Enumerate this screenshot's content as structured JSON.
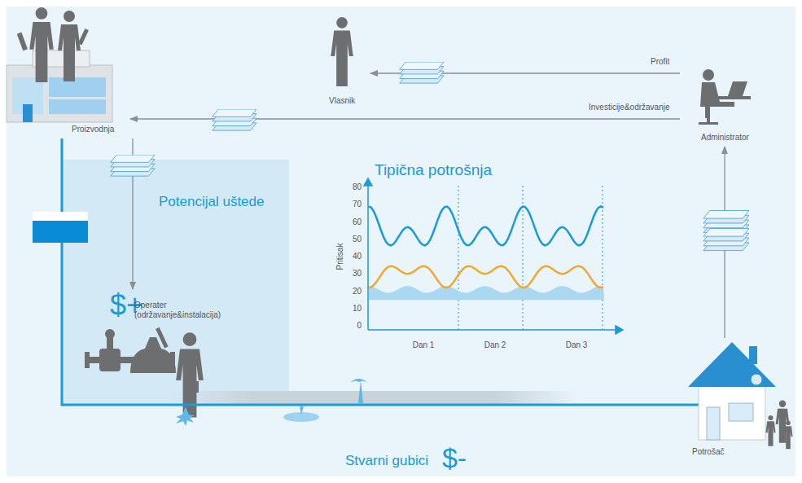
{
  "diagram": {
    "nodes": [
      {
        "text": [
          "Proizvodnja"
        ]
      },
      {
        "text": [
          "Vlasnik"
        ]
      },
      {
        "text": [
          "Administrator"
        ]
      },
      {
        "text": [
          "Potencijal uštede"
        ]
      },
      {
        "text": [
          "$+",
          "Operater (održavanje&instalacija)"
        ],
        "in": 3
      },
      {
        "text": [
          "Potrošač"
        ]
      }
    ],
    "edges": [
      {
        "from": 2,
        "to": 1,
        "label": "Profit",
        "arrow": "to"
      },
      {
        "from": 2,
        "to": 0,
        "label": "Investicije&održavanje",
        "arrow": "to"
      },
      {
        "from": 0,
        "to": 4,
        "arrow": "to"
      },
      {
        "from": 5,
        "to": 2,
        "arrow": "to"
      },
      {
        "from": 0,
        "to": 5,
        "arrow": "none"
      }
    ],
    "labels": [
      "Tipična potrošnja",
      "Pritisak",
      "80",
      "70",
      "60",
      "50",
      "40",
      "30",
      "20",
      "10",
      "0",
      "Dan 1",
      "Dan 2",
      "Dan 3",
      "Stvarni gubici",
      "$-"
    ]
  }
}
